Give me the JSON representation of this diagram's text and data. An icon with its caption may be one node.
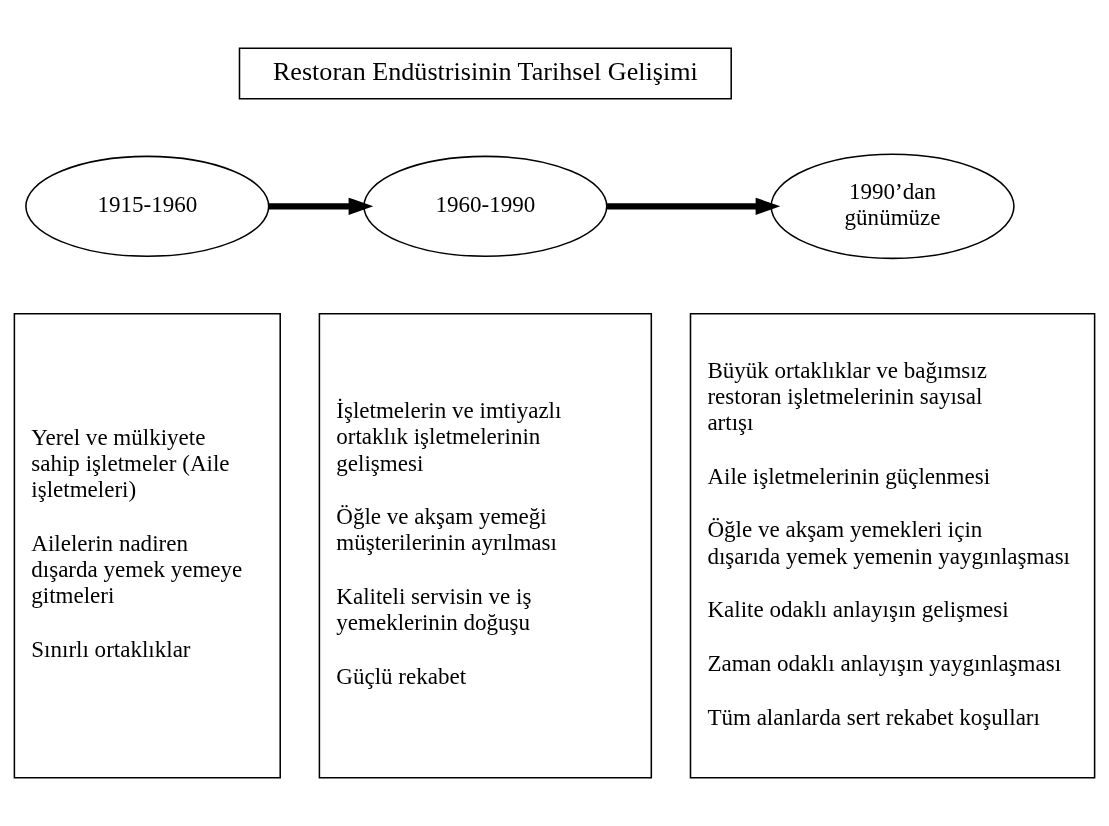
{
  "diagram": {
    "nodes": [
      {
        "text": [
          "Restoran Endüstrisinin Tarihsel Gelişimi"
        ]
      },
      {
        "text": [
          "1915-1960"
        ]
      },
      {
        "text": [
          "1960-1990"
        ]
      },
      {
        "text": [
          "1990’dan günümüze"
        ]
      },
      {
        "text": [
          "Yerel ve mülkiyete sahip işletmeler (Aile işletmeleri)",
          "Ailelerin nadiren dışarda yemek yemeye gitmeleri",
          "Sınırlı ortaklıklar"
        ]
      },
      {
        "text": [
          "İşletmelerin ve imtiyazlı ortaklık işletmelerinin gelişmesi",
          "Öğle ve akşam yemeği müşterilerinin ayrılması",
          "Kaliteli servisin ve iş yemeklerinin doğuşu",
          "Güçlü rekabet"
        ]
      },
      {
        "text": [
          "Büyük ortaklıklar ve bağımsız restoran işletmelerinin sayısal artışı",
          "Aile işletmelerinin güçlenmesi",
          "Öğle ve akşam yemekleri için dışarıda yemek yemenin yaygınlaşması",
          "Kalite odaklı anlayışın gelişmesi",
          "Zaman odaklı anlayışın yaygınlaşması",
          "Tüm alanlarda sert rekabet koşulları"
        ]
      }
    ],
    "edges": [
      {
        "from": 1,
        "to": 2,
        "arrow": "to"
      },
      {
        "from": 2,
        "to": 3,
        "arrow": "to"
      }
    ]
  }
}
